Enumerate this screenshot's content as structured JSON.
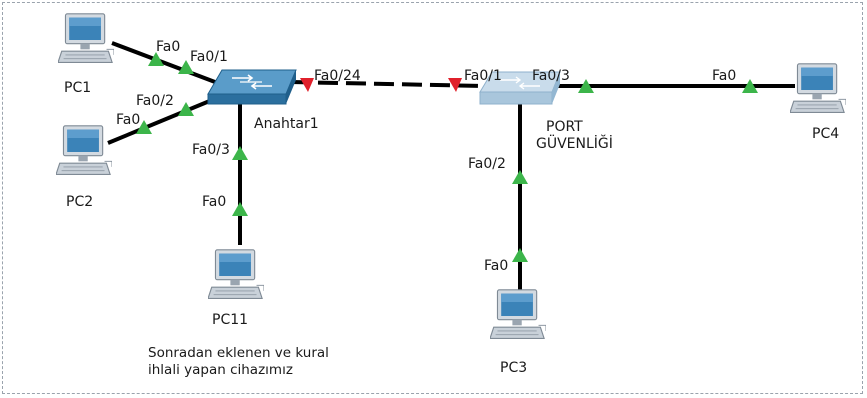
{
  "colors": {
    "link": "#000000",
    "link_up": "#3cb54a",
    "link_down": "#e0202b",
    "switch_blue": "#2b6f9e",
    "switch_light": "#b9d3e6",
    "pc_body": "#cfd6dd"
  },
  "nodes": {
    "pc1": "PC1",
    "pc2": "PC2",
    "pc3": "PC3",
    "pc4": "PC4",
    "pc11": "PC11",
    "switch1": "Anahtar1",
    "switch2_line1": "PORT",
    "switch2_line2": "GÜVENLİĞİ"
  },
  "ports": {
    "pc1_fa0": "Fa0",
    "sw1_fa01": "Fa0/1",
    "sw1_fa02": "Fa0/2",
    "pc2_fa0": "Fa0",
    "sw1_fa03": "Fa0/3",
    "pc11_fa0": "Fa0",
    "sw1_fa024": "Fa0/24",
    "sw2_fa01": "Fa0/1",
    "sw2_fa03": "Fa0/3",
    "pc4_fa0": "Fa0",
    "sw2_fa02": "Fa0/2",
    "pc3_fa0": "Fa0"
  },
  "annotation": {
    "line1": "Sonradan eklenen ve kural",
    "line2": "ihlali yapan cihazımız"
  }
}
